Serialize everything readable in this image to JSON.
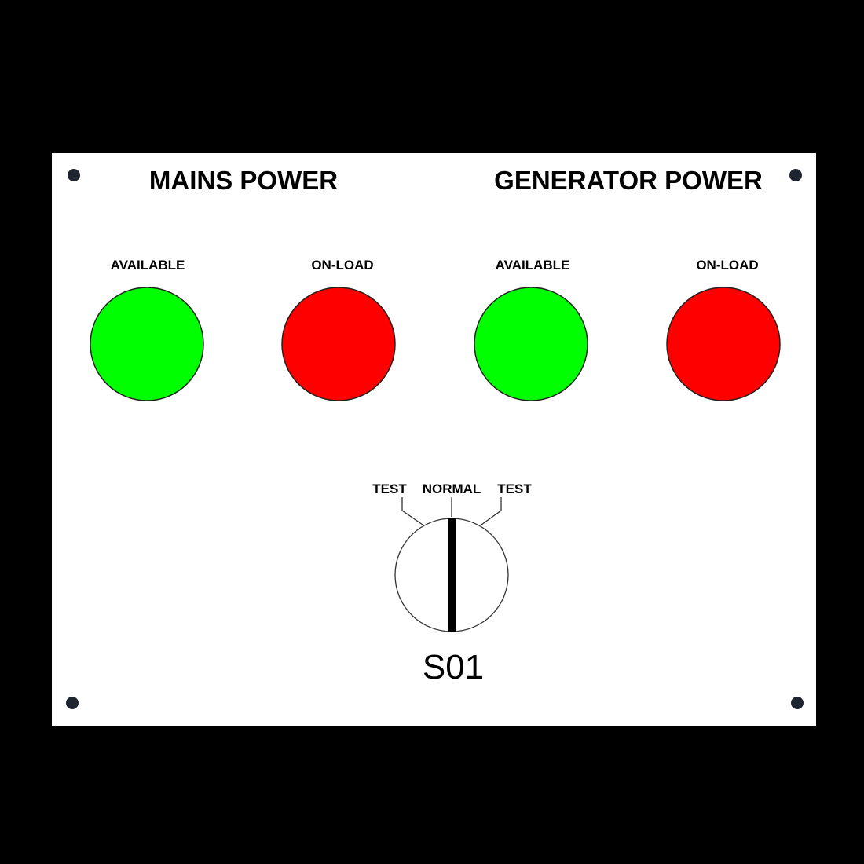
{
  "panel": {
    "headings": [
      "MAINS POWER",
      "GENERATOR POWER"
    ],
    "lamps": [
      {
        "label": "AVAILABLE",
        "color": "#00ff00",
        "group": "MAINS POWER"
      },
      {
        "label": "ON-LOAD",
        "color": "#ff0000",
        "group": "MAINS POWER"
      },
      {
        "label": "AVAILABLE",
        "color": "#00ff00",
        "group": "GENERATOR POWER"
      },
      {
        "label": "ON-LOAD",
        "color": "#ff0000",
        "group": "GENERATOR POWER"
      }
    ],
    "switch": {
      "positions": [
        "TEST",
        "NORMAL",
        "TEST"
      ],
      "selected": "NORMAL",
      "tag": "S01"
    }
  }
}
